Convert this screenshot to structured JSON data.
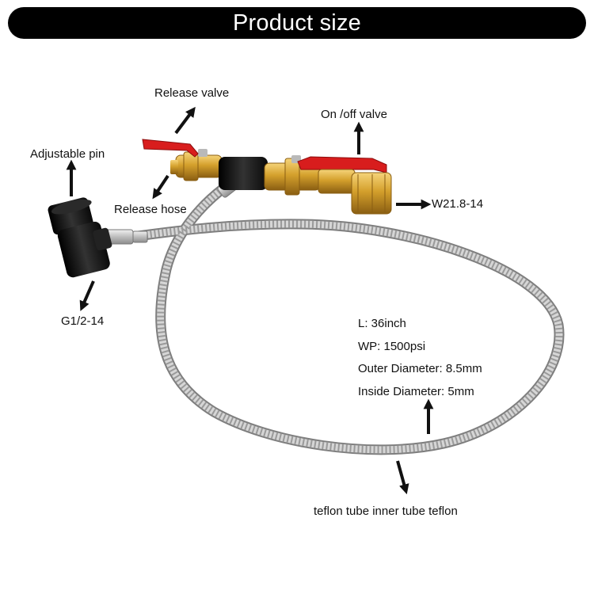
{
  "header": {
    "title": "Product size"
  },
  "labels": {
    "release_valve": "Release valve",
    "on_off_valve": "On /off valve",
    "adjustable_pin": "Adjustable pin",
    "release_hose": "Release hose",
    "w21_thread": "W21.8-14",
    "g12_thread": "G1/2-14",
    "hose_material": "teflon tube inner tube teflon"
  },
  "specs": [
    "L: 36inch",
    "WP: 1500psi",
    "Outer Diameter: 8.5mm",
    "Inside Diameter: 5mm"
  ],
  "colors": {
    "banner": "#000000",
    "banner_text": "#ffffff",
    "brass": "#d4a02c",
    "valve_handle": "#d81d1d",
    "braided_hose": "#c9c9c9",
    "adapter_body": "#1a1a1a"
  },
  "icons": [
    "arrow-up-icon",
    "arrow-right-icon",
    "arrow-down-icon",
    "arrow-down-left-icon",
    "arrow-up-right-icon",
    "arrow-down-right-icon"
  ]
}
